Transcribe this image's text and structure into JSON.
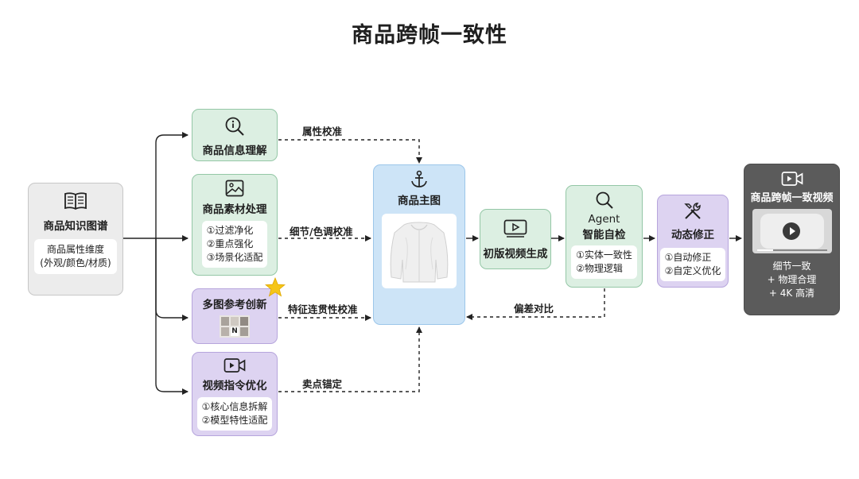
{
  "title": "商品跨帧一致性",
  "nodes": {
    "kg": {
      "label": "商品知识图谱",
      "sub": [
        "商品属性维度",
        "(外观/颜色/材质)"
      ]
    },
    "info": {
      "label": "商品信息理解"
    },
    "material": {
      "label": "商品素材处理",
      "sub": [
        "①过滤净化",
        "②重点强化",
        "③场景化适配"
      ]
    },
    "multiref": {
      "label": "多图参考创新",
      "thumb_letter": "N"
    },
    "prompt": {
      "label": "视频指令优化",
      "sub": [
        "①核心信息拆解",
        "②模型特性适配"
      ]
    },
    "main": {
      "label": "商品主图"
    },
    "draft": {
      "label": "初版视频生成"
    },
    "agent": {
      "label1": "Agent",
      "label2": "智能自检",
      "sub": [
        "①实体一致性",
        "②物理逻辑"
      ]
    },
    "fix": {
      "label": "动态修正",
      "sub": [
        "①自动修正",
        "②自定义优化"
      ]
    },
    "final": {
      "label": "商品跨帧一致视频",
      "desc": [
        "细节一致",
        "+ 物理合理",
        "+ 4K 高清"
      ]
    }
  },
  "edges": {
    "attr": "属性校准",
    "detail": "细节/色调校准",
    "feature": "特征连贯性校准",
    "selling": "卖点锚定",
    "bias": "偏差对比"
  },
  "colors": {
    "green": "#dcefe2",
    "purple": "#ddd3f1",
    "blue": "#cde4f7",
    "gray": "#ececec",
    "dark": "#5b5b5b",
    "star": "#f5c518"
  },
  "icons": [
    "book-icon",
    "search-info-icon",
    "image-icon",
    "camera-icon",
    "anchor-icon",
    "play-icon",
    "magnifier-icon",
    "tools-icon",
    "video-camera-icon",
    "star-icon"
  ]
}
